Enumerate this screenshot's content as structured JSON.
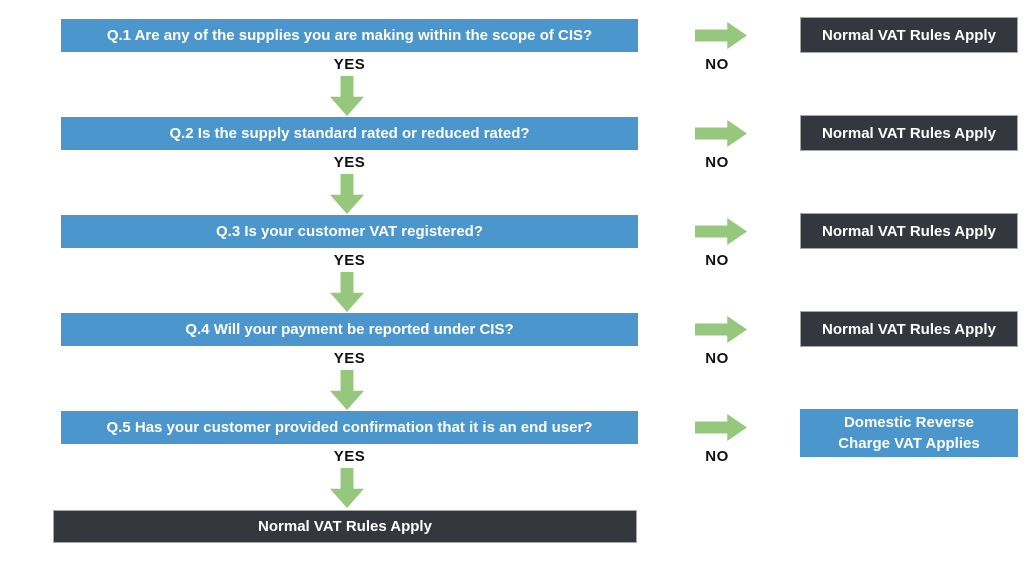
{
  "colors": {
    "question_box_blue": "#4a96cd",
    "result_box_dark": "#35373f",
    "arrow_green": "#95c87c",
    "label_text": "#111111",
    "box_text": "#ffffff"
  },
  "flowchart": {
    "yes_label": "YES",
    "no_label": "NO",
    "rows": [
      {
        "question": "Q.1 Are any of the supplies you are making within the scope of CIS?",
        "no_result": "Normal VAT Rules Apply"
      },
      {
        "question": "Q.2 Is the supply standard rated or reduced rated?",
        "no_result": "Normal VAT Rules Apply"
      },
      {
        "question": "Q.3 Is your customer VAT registered?",
        "no_result": "Normal VAT Rules Apply"
      },
      {
        "question": "Q.4 Will your payment be reported under CIS?",
        "no_result": "Normal VAT Rules Apply"
      },
      {
        "question": "Q.5 Has your customer provided confirmation that it is an end user?",
        "no_result_line1": "Domestic Reverse",
        "no_result_line2": "Charge VAT Applies"
      }
    ],
    "final_result": "Normal VAT Rules Apply"
  }
}
